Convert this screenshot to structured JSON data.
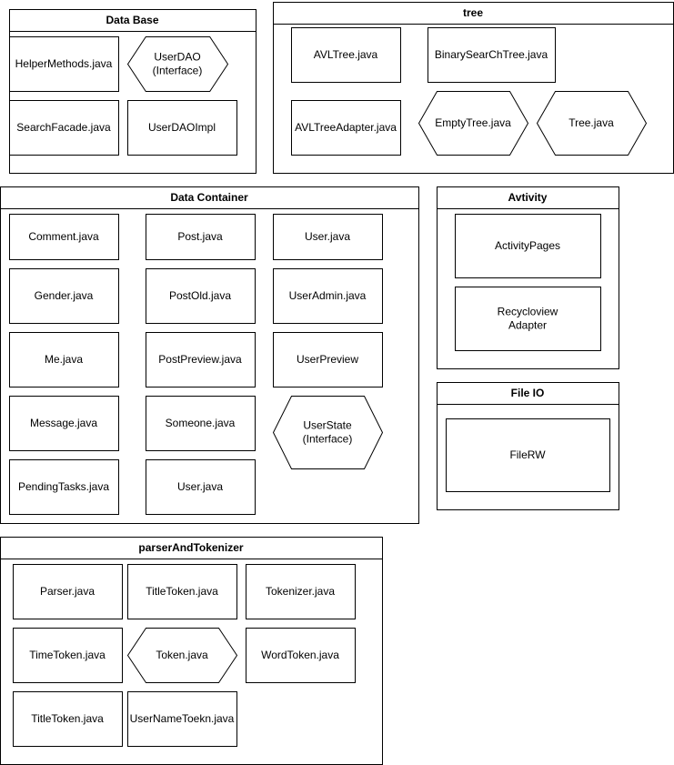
{
  "packages": [
    {
      "id": "database",
      "title": "Data Base",
      "items": [
        {
          "label": "HelperMethods.java",
          "shape": "rect"
        },
        {
          "label": "UserDAO\n(Interface)",
          "shape": "hexagon"
        },
        {
          "label": "SearchFacade.java",
          "shape": "rect"
        },
        {
          "label": "UserDAOImpl",
          "shape": "rect"
        }
      ]
    },
    {
      "id": "tree",
      "title": "tree",
      "items": [
        {
          "label": "AVLTree.java",
          "shape": "rect"
        },
        {
          "label": "BinarySearChTree.java",
          "shape": "rect"
        },
        {
          "label": "AVLTreeAdapter.java",
          "shape": "rect"
        },
        {
          "label": "EmptyTree.java",
          "shape": "hexagon"
        },
        {
          "label": "Tree.java",
          "shape": "hexagon"
        }
      ]
    },
    {
      "id": "datacontainer",
      "title": "Data Container",
      "items": [
        {
          "label": "Comment.java",
          "shape": "rect"
        },
        {
          "label": "Post.java",
          "shape": "rect"
        },
        {
          "label": "User.java",
          "shape": "rect"
        },
        {
          "label": "Gender.java",
          "shape": "rect"
        },
        {
          "label": "PostOld.java",
          "shape": "rect"
        },
        {
          "label": "UserAdmin.java",
          "shape": "rect"
        },
        {
          "label": "Me.java",
          "shape": "rect"
        },
        {
          "label": "PostPreview.java",
          "shape": "rect"
        },
        {
          "label": "UserPreview",
          "shape": "rect"
        },
        {
          "label": "Message.java",
          "shape": "rect"
        },
        {
          "label": "Someone.java",
          "shape": "rect"
        },
        {
          "label": "UserState\n(Interface)",
          "shape": "hexagon"
        },
        {
          "label": "PendingTasks.java",
          "shape": "rect"
        },
        {
          "label": "User.java",
          "shape": "rect"
        }
      ]
    },
    {
      "id": "activity",
      "title": "Avtivity",
      "items": [
        {
          "label": "ActivityPages",
          "shape": "rect"
        },
        {
          "label": "Recycloview\nAdapter",
          "shape": "rect"
        }
      ]
    },
    {
      "id": "fileio",
      "title": "File IO",
      "items": [
        {
          "label": "FileRW",
          "shape": "rect"
        }
      ]
    },
    {
      "id": "parser",
      "title": "parserAndTokenizer",
      "items": [
        {
          "label": "Parser.java",
          "shape": "rect"
        },
        {
          "label": "TitleToken.java",
          "shape": "rect"
        },
        {
          "label": "Tokenizer.java",
          "shape": "rect"
        },
        {
          "label": "TimeToken.java",
          "shape": "rect"
        },
        {
          "label": "Token.java",
          "shape": "hexagon"
        },
        {
          "label": "WordToken.java",
          "shape": "rect"
        },
        {
          "label": "TitleToken.java",
          "shape": "rect"
        },
        {
          "label": "UserNameToekn.java",
          "shape": "rect"
        }
      ]
    }
  ]
}
